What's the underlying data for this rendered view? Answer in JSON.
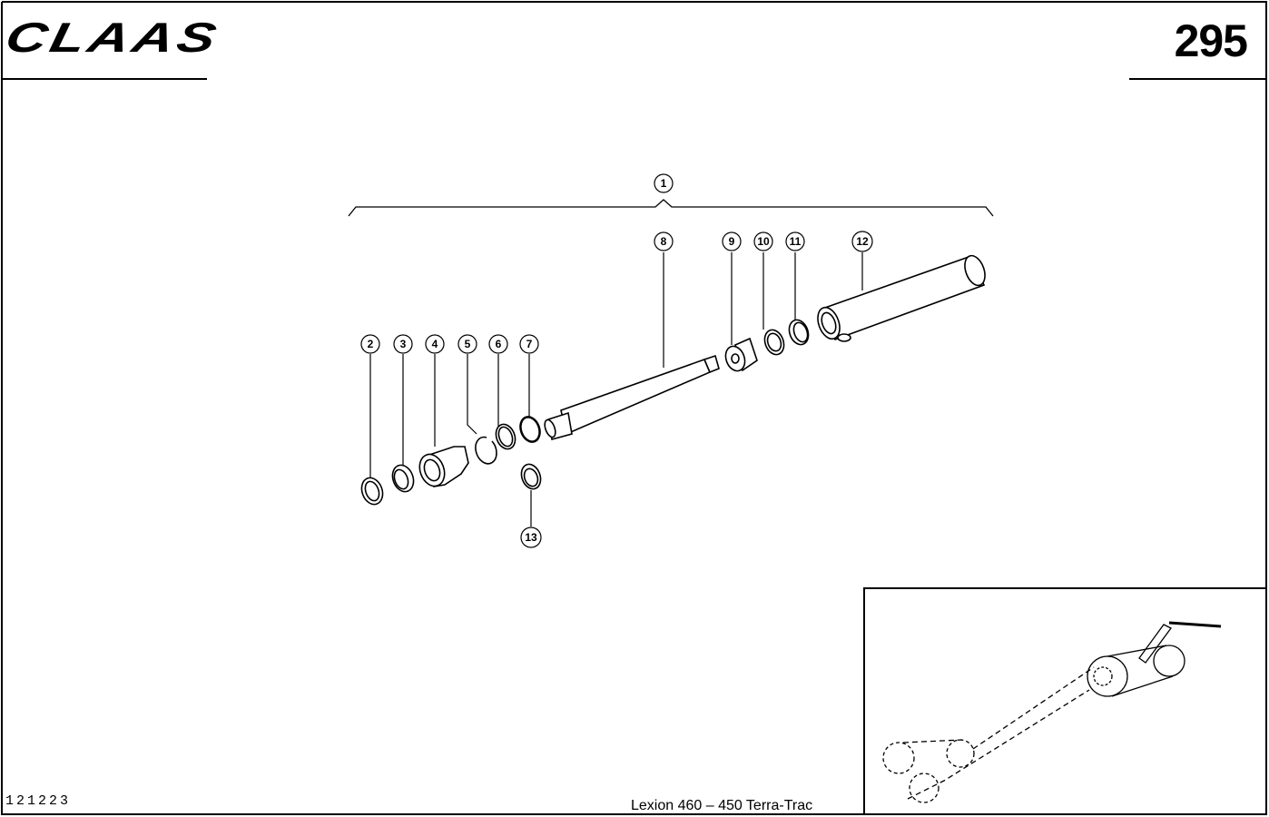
{
  "header": {
    "brand": "CLAAS",
    "page_number": "295"
  },
  "footer": {
    "document_number": "121223",
    "model": "Lexion 460 – 450 Terra-Trac"
  },
  "callouts": [
    "1",
    "2",
    "3",
    "4",
    "5",
    "6",
    "7",
    "8",
    "9",
    "10",
    "11",
    "12",
    "13"
  ]
}
